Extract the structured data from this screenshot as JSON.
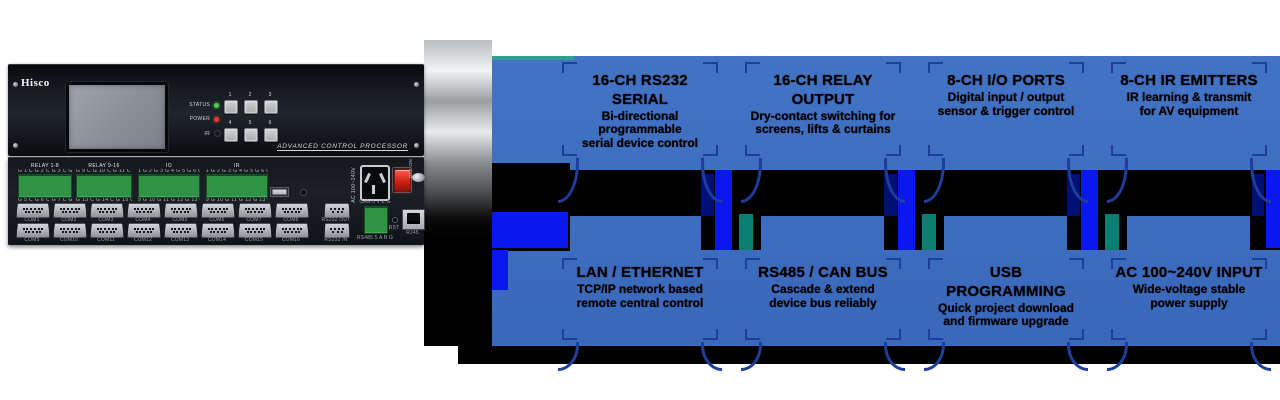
{
  "device": {
    "brand": "Hisco",
    "front": {
      "indicators": [
        {
          "label": "STATUS",
          "color": "#46d14f"
        },
        {
          "label": "POWER",
          "color": "#e8392b"
        },
        {
          "label": "IR",
          "color": "#16181a"
        }
      ],
      "button_labels": [
        "1",
        "2",
        "3",
        "4",
        "5",
        "6"
      ],
      "tagline": "ADVANCED CONTROL PROCESSOR"
    },
    "rear": {
      "terminal_groups": [
        {
          "label": "RELAY 1-8",
          "pins_top": "G 1 C G 2 C G 3 C G 4 C",
          "pins_bottom": "G 5 C G 6 C G 7 C G 8 C"
        },
        {
          "label": "RELAY 9-16",
          "pins_top": "G 9 C G 10 C G 11 C G 12 C",
          "pins_bottom": "G 13 C G 14 C G 15 C G 16 C"
        },
        {
          "label": "IO",
          "pins_top": "1 G 2 G 3 G 4 G 5 G 6 G 7 G 8 G",
          "pins_bottom": "9 G 10 G 11 G 12 G 13 G 14 G 15 G 16 G"
        },
        {
          "label": "IR",
          "pins_top": "1 G 2 G 3 G 4 G 5 G 6 G 7 G 8 G",
          "pins_bottom": "9 G 10 G 11 G 12 G 13 G 14 G 15 G 16 G"
        }
      ],
      "com_top": [
        "COM1",
        "COM2",
        "COM3",
        "COM4",
        "COM5",
        "COM6",
        "COM7",
        "COM8"
      ],
      "com_bottom": [
        "COM9",
        "COM10",
        "COM11",
        "COM12",
        "COM13",
        "COM14",
        "COM15",
        "COM16"
      ],
      "aux": {
        "rs232_out": "RS232 OUT",
        "rs232_in": "RS232 IN",
        "can_label": "CAN 5 V Z G",
        "rs485_label": "RS485 5 A B G",
        "rst": "RST",
        "rj45": "RJ45",
        "ac_label": "AC 100~240V",
        "off_on": "OFF  ON"
      }
    }
  },
  "banner": {
    "colors": {
      "blue": "#3d6dbf",
      "bracket_navy": "#1d3f9b",
      "bright_blue": "#0a18f0",
      "navy": "#001078",
      "teal": "#0b7e72",
      "teal_accent": "#2f9f8e",
      "black": "#000000"
    },
    "features": [
      {
        "heading": "16-CH RS232 SERIAL",
        "line1": "Bi-directional programmable",
        "line2": "serial device control"
      },
      {
        "heading": "16-CH RELAY OUTPUT",
        "line1": "Dry-contact switching for",
        "line2": "screens, lifts & curtains"
      },
      {
        "heading": "8-CH I/O PORTS",
        "line1": "Digital input / output",
        "line2": "sensor & trigger control"
      },
      {
        "heading": "8-CH IR EMITTERS",
        "line1": "IR learning & transmit",
        "line2": "for AV equipment"
      },
      {
        "heading": "LAN / ETHERNET",
        "line1": "TCP/IP network based",
        "line2": "remote central control"
      },
      {
        "heading": "RS485 / CAN BUS",
        "line1": "Cascade & extend",
        "line2": "device bus reliably"
      },
      {
        "heading": "USB PROGRAMMING",
        "line1": "Quick project download",
        "line2": "and firmware upgrade"
      },
      {
        "heading": "AC 100~240V INPUT",
        "line1": "Wide-voltage stable",
        "line2": "power supply"
      }
    ]
  }
}
